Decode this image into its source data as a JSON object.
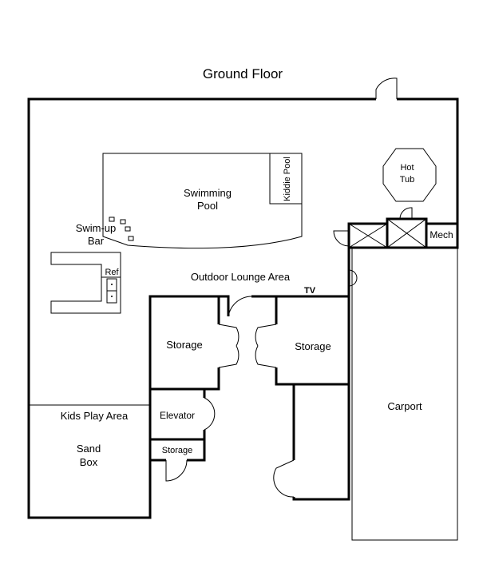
{
  "title": "Ground Floor",
  "rooms": {
    "swimming_pool": [
      "Swimming",
      "Pool"
    ],
    "kiddie_pool": "Kiddie Pool",
    "hot_tub": [
      "Hot",
      "Tub"
    ],
    "mech": "Mech",
    "swim_up_bar": [
      "Swim-up",
      "Bar"
    ],
    "ref": "Ref",
    "outdoor_lounge": "Outdoor Lounge Area",
    "tv": "TV",
    "storage_left": "Storage",
    "storage_right": "Storage",
    "elevator": "Elevator",
    "storage_small": "Storage",
    "kids_play_area": "Kids Play Area",
    "sand_box": [
      "Sand",
      "Box"
    ],
    "carport": "Carport"
  }
}
